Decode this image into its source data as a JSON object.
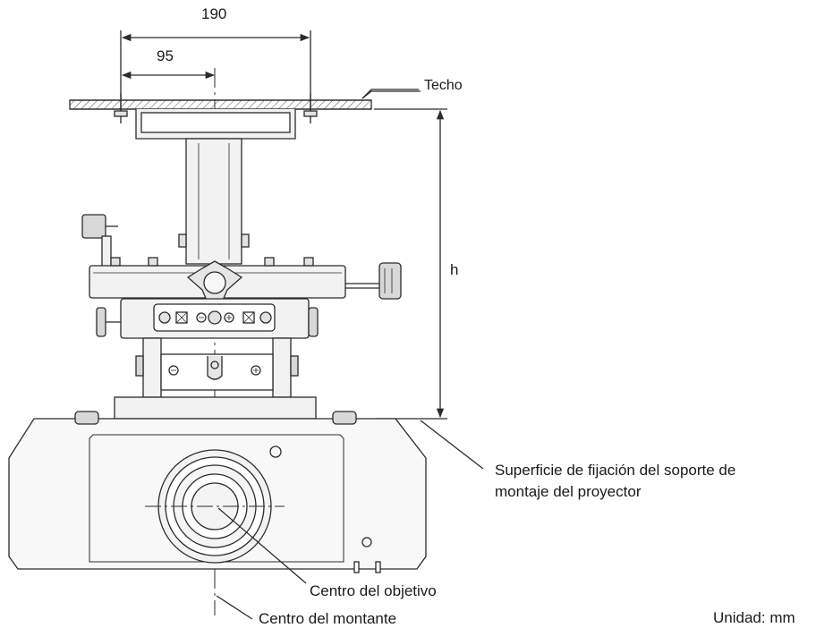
{
  "dimensions": {
    "overall_width": "190",
    "half_width": "95",
    "height": "h"
  },
  "labels": {
    "ceiling": "Techo",
    "mount_surface_line1": "Superficie de fijación del soporte de",
    "mount_surface_line2": "montaje del proyector",
    "lens_center": "Centro del objetivo",
    "mount_center": "Centro del montante",
    "unit": "Unidad: mm"
  },
  "colors": {
    "line": "#2b2b2b",
    "fill_light": "#f2f2f2",
    "fill_mid": "#e2e2e2",
    "fill_dark": "#c8c8c8"
  }
}
